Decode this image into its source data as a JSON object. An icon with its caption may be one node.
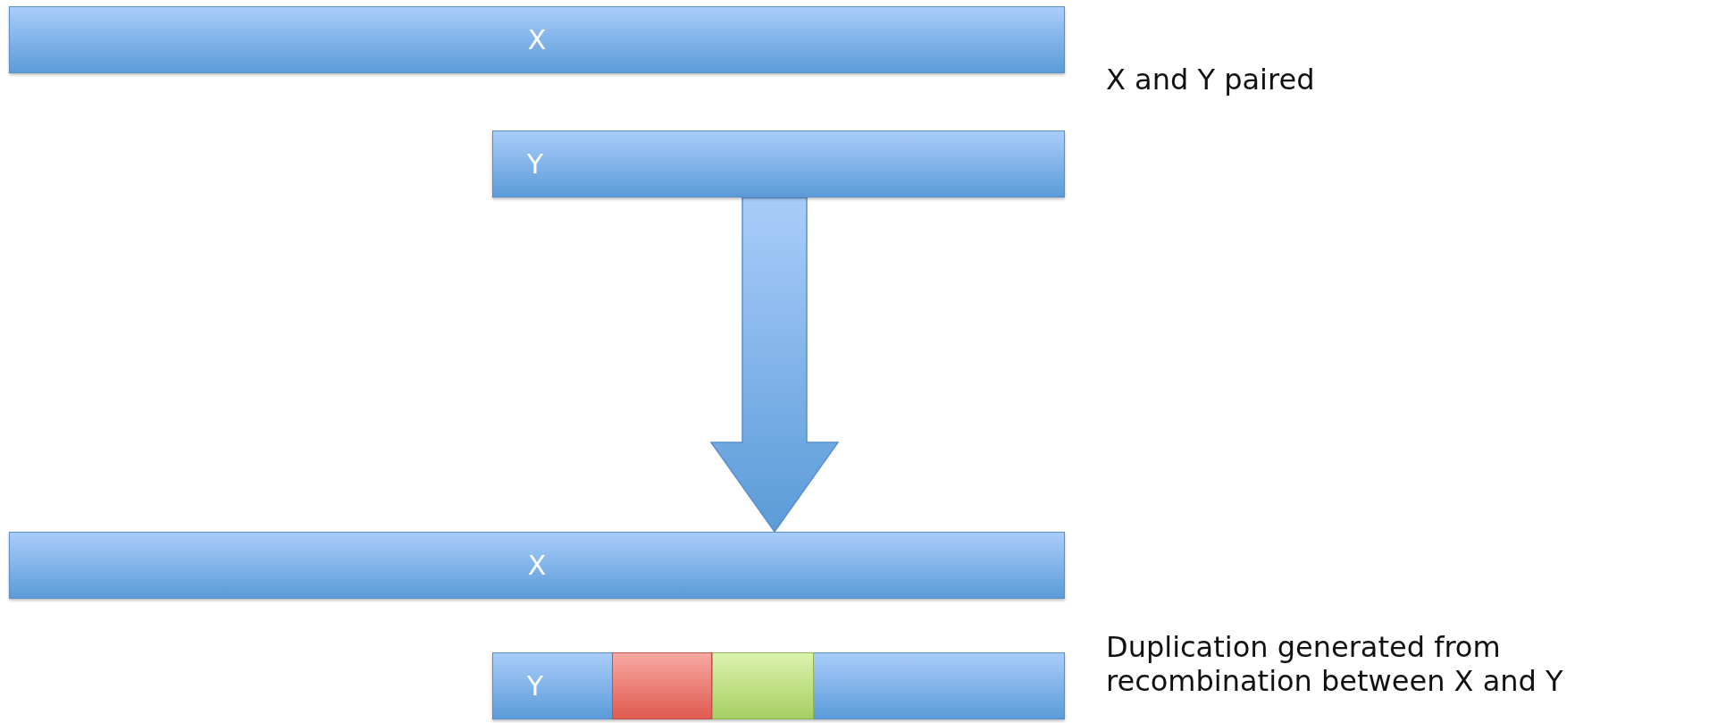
{
  "diagram": {
    "nodes": [
      {
        "text": [
          "X"
        ]
      },
      {
        "text": [
          "Y"
        ]
      },
      {
        "text": [
          "X"
        ]
      },
      {
        "text": [
          "Y"
        ]
      },
      {
        "text": [],
        "shape": "box",
        "in": 3
      },
      {
        "text": [],
        "shape": "box",
        "in": 3
      }
    ],
    "edges": [
      {
        "from": 1,
        "to": 2,
        "arrow": "to",
        "style": "thick"
      }
    ],
    "labels": [
      "X and Y paired",
      "Duplication generated from recombination between X and Y"
    ]
  }
}
